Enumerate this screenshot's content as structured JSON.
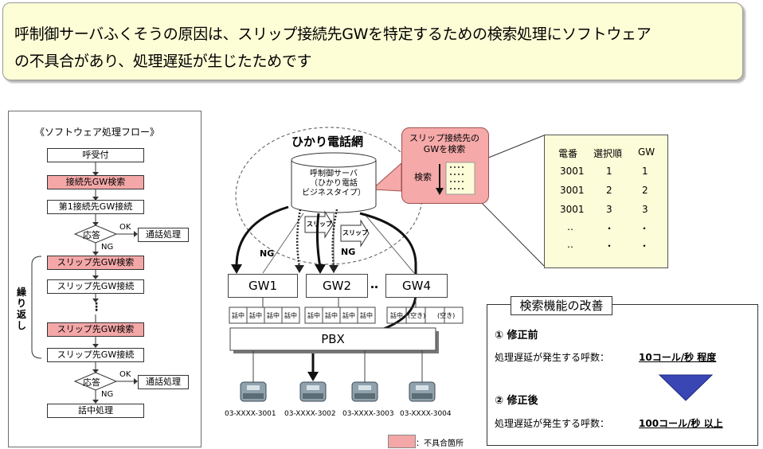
{
  "banner": {
    "line1": "呼制御サーバふくそうの原因は、スリップ接続先GWを特定するための検索処理にソフトウェア",
    "line2": "の不具合があり、処理遅延が生じたためです"
  },
  "flow": {
    "title": "《ソフトウェア処理フロー》",
    "call_recv": "呼受付",
    "gw_search": "接続先GW検索",
    "first_connect": "第1接続先GW接続",
    "response1": "応答",
    "ok1": "OK",
    "call_proc1": "通話処理",
    "ng1": "NG",
    "repeat": "繰り返し",
    "slip_search1": "スリップ先GW検索",
    "slip_connect1": "スリップ先GW接続",
    "dots": "⋮",
    "slip_search2": "スリップ先GW検索",
    "slip_connect2": "スリップ先GW接続",
    "response2": "応答",
    "ok2": "OK",
    "call_proc2": "通話処理",
    "ng2": "NG",
    "busy": "話中処理"
  },
  "network": {
    "title": "ひかり電話網",
    "server_line1": "呼制御サーバ",
    "server_line2": "（ひかり電話",
    "server_line3": "ビジネスタイプ）",
    "slip1": "スリップ",
    "slip2": "スリップ",
    "ng_a": "NG",
    "ng_b": "NG",
    "gws": [
      "GW1",
      "GW2",
      "GW4"
    ],
    "gw_dots": "‥",
    "slots": [
      "話中",
      "話中",
      "話中",
      "話中",
      "話中",
      "話中",
      "話中",
      "話中",
      "話中",
      "(空き)",
      "(空き)"
    ],
    "pbx": "PBX",
    "phones": [
      "03-XXXX-3001",
      "03-XXXX-3002",
      "03-XXXX-3003",
      "03-XXXX-3004"
    ]
  },
  "callout": {
    "line1": "スリップ接続先の",
    "line2": "GWを検索",
    "search": "検索"
  },
  "table": {
    "headers": [
      "電番",
      "選択順",
      "GW"
    ],
    "rows": [
      [
        "3001",
        "1",
        "1"
      ],
      [
        "3001",
        "2",
        "2"
      ],
      [
        "3001",
        "3",
        "3"
      ],
      [
        "‥",
        "・",
        "・"
      ],
      [
        "‥",
        "・",
        "・"
      ]
    ]
  },
  "improvement": {
    "title": "検索機能の改善",
    "before_label": "① 修正前",
    "before_text": "処理遅延が発生する呼数：",
    "before_value": "10コール/秒 程度",
    "after_label": "② 修正後",
    "after_text": "処理遅延が発生する呼数：",
    "after_value": "100コール/秒 以上"
  },
  "legend": {
    "text": "：不具合箇所",
    "color": "#f4a7a7"
  },
  "colors": {
    "banner_bg": "#fdfdd6",
    "defect": "#f4a7a7",
    "table_bg": "#fdfcd8",
    "arrow_blue": "#3a46b4"
  }
}
